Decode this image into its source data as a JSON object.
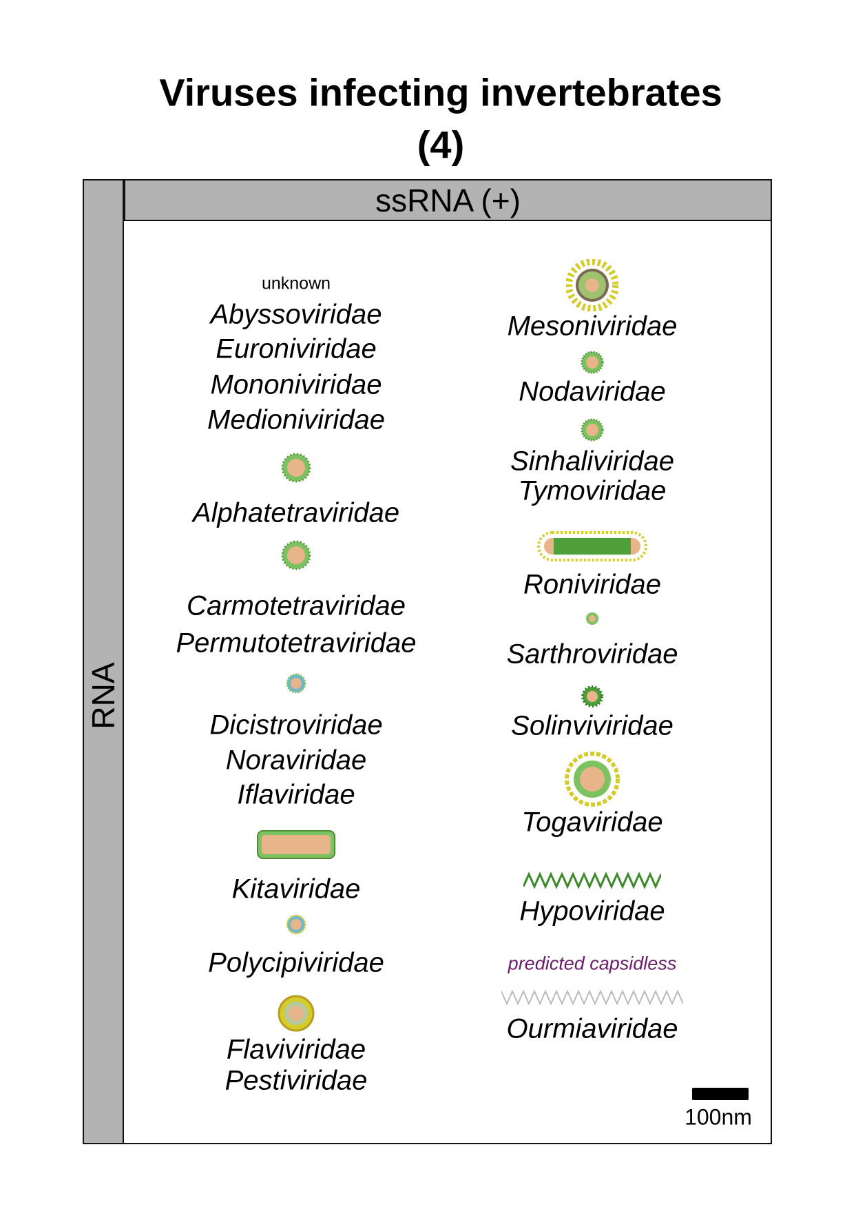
{
  "title": {
    "line1": "Viruses infecting invertebrates",
    "line2": "(4)"
  },
  "header": "ssRNA (+)",
  "side_label": "RNA",
  "left": {
    "unknown": "unknown",
    "fams": [
      "Abyssoviridae",
      "Euroniviridae",
      "Mononiviridae",
      "Medioniviridae",
      "Alphatetraviridae",
      "Carmotetraviridae",
      "Permutotetraviridae",
      "Dicistroviridae",
      "Noraviridae",
      "Iflaviridae",
      "Kitaviridae",
      "Polycipiviridae",
      "Flaviviridae",
      "Pestiviridae"
    ]
  },
  "right": {
    "fams": [
      "Mesoniviridae",
      "Nodaviridae",
      "Sinhaliviridae",
      "Tymoviridae",
      "Roniviridae",
      "Sarthroviridae",
      "Solinviviridae",
      "Togaviridae",
      "Hypoviridae",
      "Ourmiaviridae"
    ],
    "predicted": "predicted capsidless"
  },
  "scale": "100nm",
  "colors": {
    "capsid": "#7cc261",
    "core": "#e8b48a",
    "spike": "#d4cc2a",
    "predicted": "#6a1b6a"
  }
}
